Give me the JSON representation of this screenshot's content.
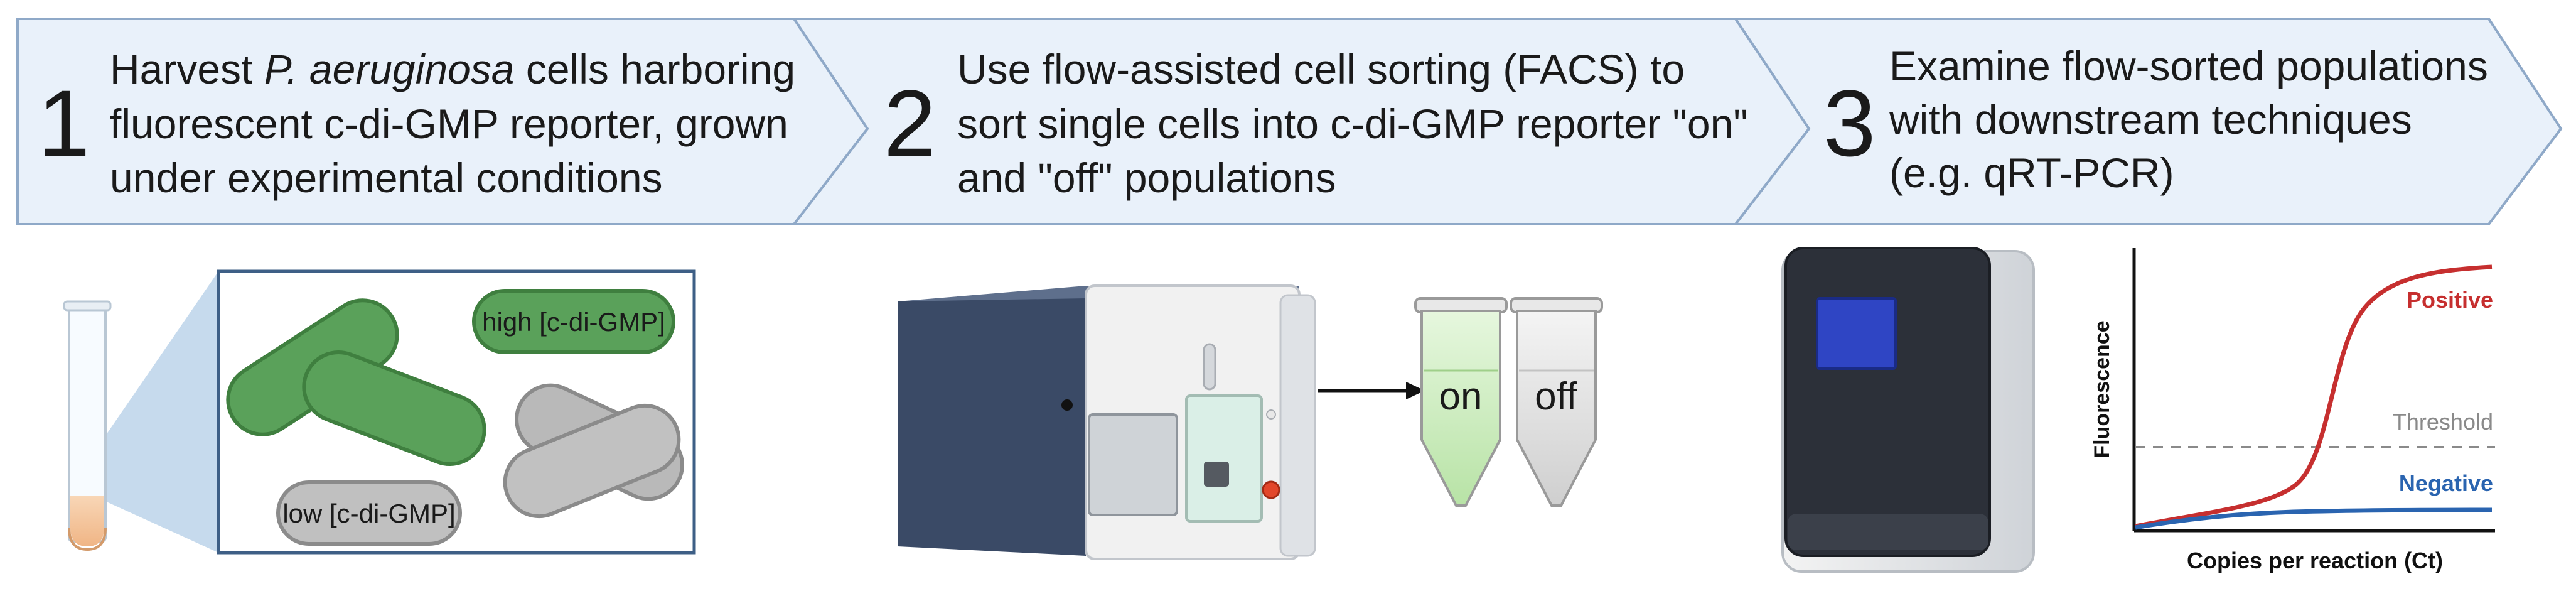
{
  "steps": [
    {
      "number": "1",
      "line1_pre": "Harvest ",
      "line1_italic": "P. aeruginosa",
      "line1_post": " cells harboring",
      "line2": "fluorescent c-di-GMP reporter, grown",
      "line3": "under experimental conditions"
    },
    {
      "number": "2",
      "line1": "Use flow-assisted cell sorting (FACS) to",
      "line2": "sort single cells into c-di-GMP reporter \"on\"",
      "line3": "and \"off\" populations"
    },
    {
      "number": "3",
      "line1": "Examine flow-sorted populations",
      "line2": "with downstream techniques",
      "line3": "(e.g. qRT-PCR)"
    }
  ],
  "cells": {
    "high_label": "high [c-di-GMP]",
    "low_label": "low [c-di-GMP]"
  },
  "tubes": {
    "on_label": "on",
    "off_label": "off"
  },
  "colors": {
    "banner_fill": "#e9f1fa",
    "banner_stroke": "#8fa9c8",
    "green_cell": "#5aa15a",
    "gray_cell": "#b9b9b9",
    "positive": "#c62f2f",
    "negative": "#2a64b0",
    "threshold": "#8a8a8a"
  },
  "chart_data": {
    "type": "line",
    "xlabel": "Copies per reaction (Ct)",
    "ylabel": "Fluorescence",
    "series": [
      {
        "name": "Positive"
      },
      {
        "name": "Negative"
      }
    ],
    "annotations": [
      "Threshold"
    ],
    "grid": false
  }
}
